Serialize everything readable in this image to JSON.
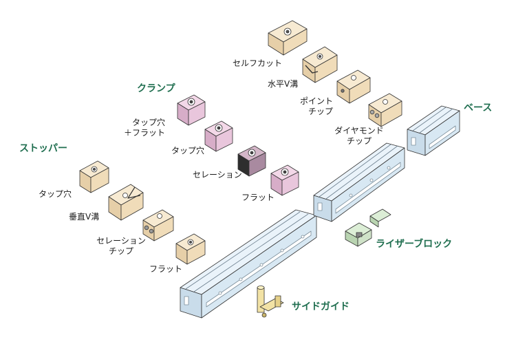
{
  "colors": {
    "category_text": "#1f6e4f",
    "part_text": "#1a1a1a",
    "base_fill": "#d8e8f3",
    "stopper_fill": "#f3e2c6",
    "clamp_fill": "#e9c6dc",
    "serration_fill": "#2e2e2e",
    "riser_fill": "#cfe2c8",
    "guide_fill": "#f2e2a5",
    "outline": "#333333"
  },
  "categories": {
    "stopper": "ストッパー",
    "clamp": "クランプ",
    "base": "ベース",
    "riser_block": "ライザーブロック",
    "side_guide": "サイドガイド"
  },
  "stopper_parts": {
    "tapped_hole": "タップ穴",
    "vertical_v_groove": "垂直V溝",
    "serration_tip_1": "セレーション",
    "serration_tip_2": "チップ",
    "flat": "フラット"
  },
  "clamp_parts": {
    "tapped_hole_flat_1": "タップ穴",
    "tapped_hole_flat_2": "＋フラット",
    "tapped_hole": "タップ穴",
    "serration": "セレーション",
    "flat": "フラット"
  },
  "base_parts": {
    "self_cut": "セルフカット",
    "horizontal_v_groove": "水平V溝",
    "point_tip_1": "ポイント",
    "point_tip_2": "チップ",
    "diamond_tip_1": "ダイヤモンド",
    "diamond_tip_2": "チップ"
  }
}
